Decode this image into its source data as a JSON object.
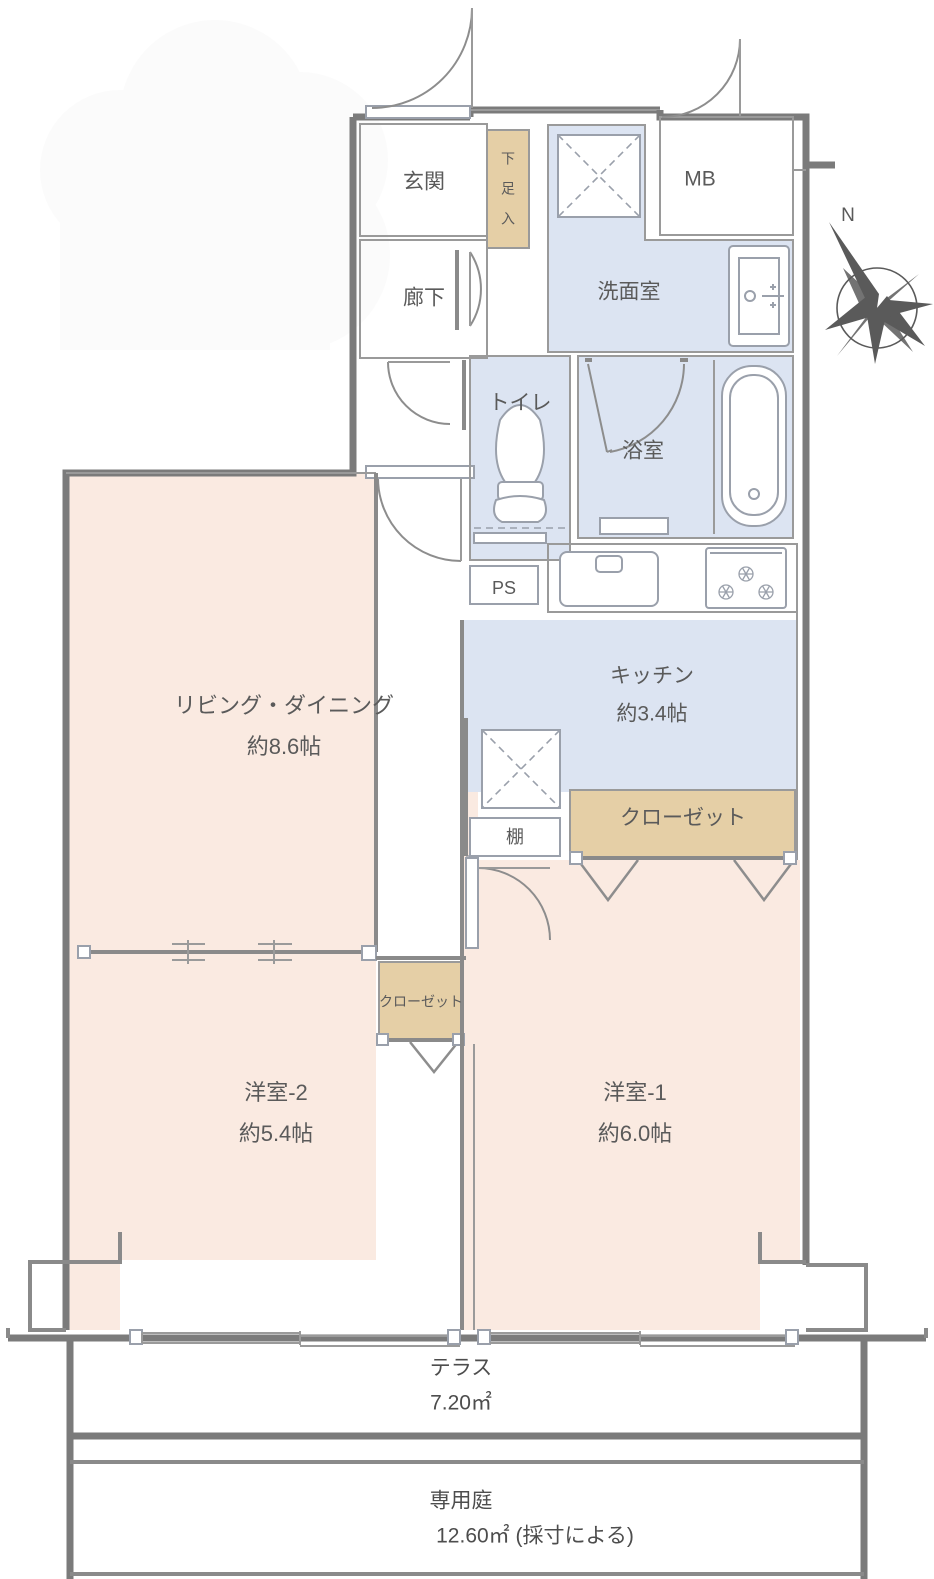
{
  "document": {
    "type": "floor-plan",
    "language": "ja"
  },
  "compass": {
    "label": "N",
    "name": "north-arrow"
  },
  "rooms": [
    {
      "key": "genkan",
      "name": "玄関",
      "area": ""
    },
    {
      "key": "getabako",
      "name": "下足入",
      "area": ""
    },
    {
      "key": "rouka",
      "name": "廊下",
      "area": ""
    },
    {
      "key": "mb",
      "name": "MB",
      "area": ""
    },
    {
      "key": "senmen",
      "name": "洗面室",
      "area": ""
    },
    {
      "key": "toilet",
      "name": "トイレ",
      "area": ""
    },
    {
      "key": "yokushitsu",
      "name": "浴室",
      "area": ""
    },
    {
      "key": "ps",
      "name": "PS",
      "area": ""
    },
    {
      "key": "kitchen",
      "name": "キッチン",
      "area": "約3.4帖"
    },
    {
      "key": "closet_k",
      "name": "クローゼット",
      "area": ""
    },
    {
      "key": "tana",
      "name": "棚",
      "area": ""
    },
    {
      "key": "ld",
      "name": "リビング・ダイニング",
      "area": "約8.6帖"
    },
    {
      "key": "closet_m",
      "name": "クローゼット",
      "area": ""
    },
    {
      "key": "youshitsu2",
      "name": "洋室-2",
      "area": "約5.4帖"
    },
    {
      "key": "youshitsu1",
      "name": "洋室-1",
      "area": "約6.0帖"
    }
  ],
  "labels": {
    "genkan": "玄関",
    "getabako_l1": "下",
    "getabako_l2": "足",
    "getabako_l3": "入",
    "rouka": "廊下",
    "mb": "MB",
    "senmen": "洗面室",
    "toilet": "トイレ",
    "yokushitsu": "浴室",
    "ps": "PS",
    "kitchen_name": "キッチン",
    "kitchen_area": "約3.4帖",
    "closet_kitchen": "クローゼット",
    "tana": "棚",
    "ld_name": "リビング・ダイニング",
    "ld_area": "約8.6帖",
    "closet_mid": "クローゼット",
    "youshitsu2_name": "洋室-2",
    "youshitsu2_area": "約5.4帖",
    "youshitsu1_name": "洋室-1",
    "youshitsu1_area": "約6.0帖",
    "terrace_name": "テラス",
    "terrace_area": "7.20㎡",
    "garden_name": "専用庭",
    "garden_area": "12.60㎡ (採寸による)"
  },
  "outdoor": {
    "terrace": {
      "name": "テラス",
      "area": "7.20㎡"
    },
    "garden": {
      "name": "専用庭",
      "area": "12.60㎡ (採寸による)"
    }
  },
  "colors": {
    "living_fill": "#FAEAE1",
    "water_fill": "#DCE4F2",
    "closet_fill": "#E5CFA6",
    "wall_stroke": "#7b7b7b",
    "text": "#5a5a5a",
    "background": "#FFFFFF"
  }
}
